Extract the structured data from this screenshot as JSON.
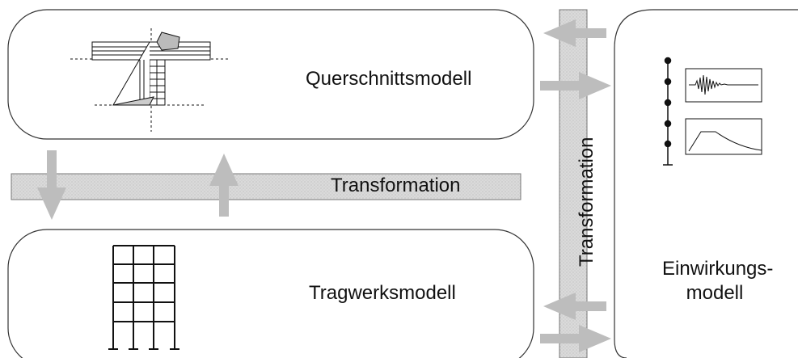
{
  "labels": {
    "cross_section_model": "Querschnittsmodell",
    "structural_model": "Tragwerksmodell",
    "transformation_horizontal": "Transformation",
    "transformation_vertical": "Transformation",
    "action_model_line1": "Einwirkungs-",
    "action_model_line2": "modell"
  },
  "colors": {
    "box_border": "#333333",
    "band_fill": "#dcdcdc",
    "arrow_fill": "#bdbdbd",
    "line": "#111111"
  }
}
